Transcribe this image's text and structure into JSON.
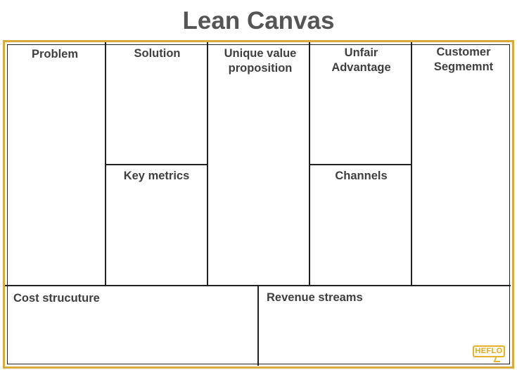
{
  "title": "Lean Canvas",
  "cells": {
    "problem": "Problem",
    "solution": "Solution",
    "uvp": "Unique value\nproposition",
    "unfair_advantage": "Unfair\nAdvantage",
    "customer_segment": "Customer\nSegmemnt",
    "key_metrics": "Key metrics",
    "channels": "Channels",
    "cost_structure": "Cost strucuture",
    "revenue_streams": "Revenue streams"
  },
  "logo_text": "HEFLO",
  "colors": {
    "frame": "#d9a93a",
    "lines": "#222222",
    "title": "#555555",
    "logo": "#e6b12c"
  }
}
